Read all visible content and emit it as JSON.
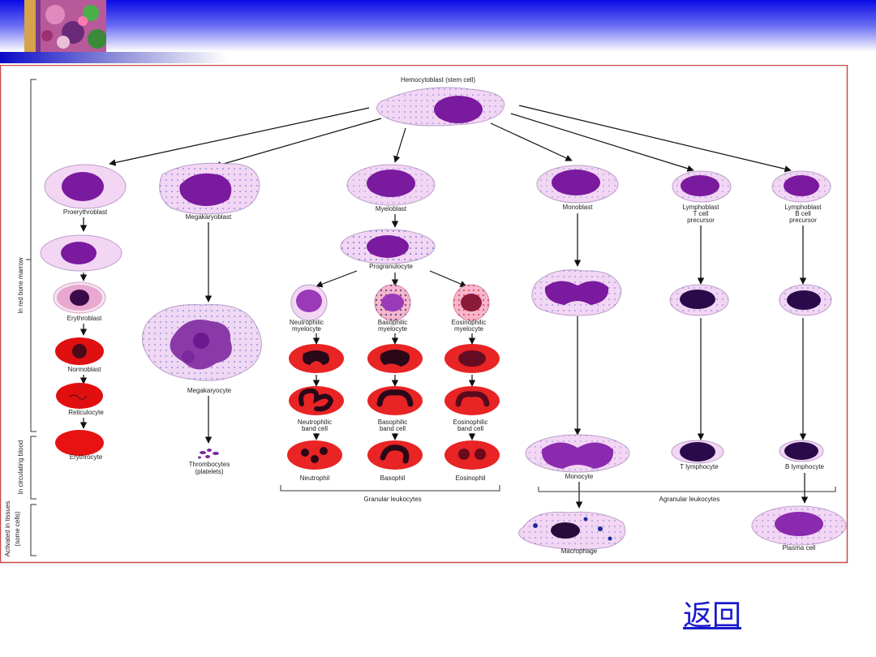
{
  "title": "Hemocytoblast (stem cell)",
  "labels": {
    "proerythroblast": "Proerythroblast",
    "erythroblast": "Erythroblast",
    "normoblast": "Normoblast",
    "reticulocyte": "Reticulocyte",
    "erythrocyte": "Erythrocyte",
    "megakaryoblast": "Megakaryoblast",
    "megakaryocyte": "Megakaryocyte",
    "thrombocytes": "Thrombocytes",
    "platelets": "(platelets)",
    "myeloblast": "Myeloblast",
    "progranulocyte": "Progranulocyte",
    "neutrophilic_myelocyte_1": "Neutrophilic",
    "neutrophilic_myelocyte_2": "myelocyte",
    "basophilic_myelocyte_1": "Basophilic",
    "basophilic_myelocyte_2": "myelocyte",
    "eosinophilic_myelocyte_1": "Eosinophilic",
    "eosinophilic_myelocyte_2": "myelocyte",
    "neutrophilic_band_1": "Neutrophilic",
    "neutrophilic_band_2": "band cell",
    "basophilic_band_1": "Basophilic",
    "basophilic_band_2": "band cell",
    "eosinophilic_band_1": "Eosinophilic",
    "eosinophilic_band_2": "band cell",
    "neutrophil": "Neutrophil",
    "basophil": "Basophil",
    "eosinophil": "Eosinophil",
    "granular_leukocytes": "Granular leukocytes",
    "monoblast": "Monoblast",
    "monocyte": "Monocyte",
    "macrophage": "Macrophage",
    "lymphoblast_t_1": "Lymphoblast",
    "lymphoblast_t_2": "T cell",
    "lymphoblast_t_3": "precursor",
    "lymphoblast_b_1": "Lymphoblast",
    "lymphoblast_b_2": "B cell",
    "lymphoblast_b_3": "precursor",
    "t_lymphocyte": "T lymphocyte",
    "b_lymphocyte": "B lymphocyte",
    "agranular_leukocytes": "Agranular leukocytes",
    "plasma_cell": "Plasma cell"
  },
  "side_labels": {
    "bone_marrow": "In red bone marrow",
    "blood": "In circulating blood",
    "tissues_1": "Activated in tissues",
    "tissues_2": "(some cells)"
  },
  "return_link": "返回",
  "colors": {
    "banner_blue": "#1010e8",
    "frame_red": "#c44a4a",
    "cytoplasm_pink": "#f3d6f4",
    "nucleus_purple": "#7a1a9e",
    "rbc_red": "#e01010",
    "link_blue": "#1a1acc"
  }
}
